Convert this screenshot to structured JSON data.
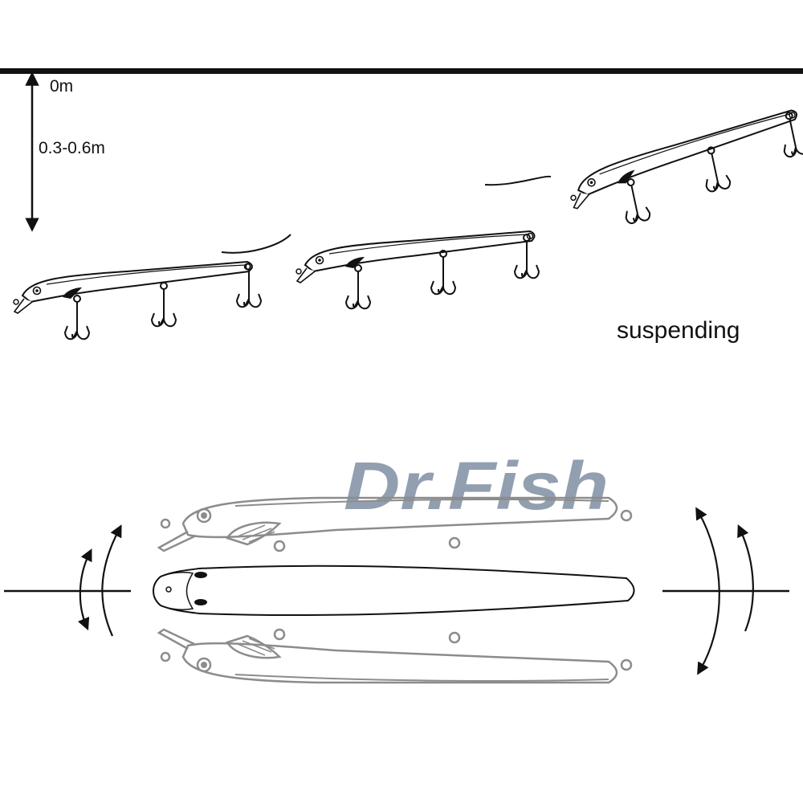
{
  "depth": {
    "top_label": "0m",
    "range_label": "0.3-0.6m"
  },
  "action_label": "suspending",
  "watermark": "Dr.Fish",
  "colors": {
    "line": "#111111",
    "gray": "#8c8c8c",
    "watermark": "#7f8fa3"
  },
  "icons": [
    "treble-hook-icon",
    "depth-arrow-icon",
    "swing-arrow-icon"
  ]
}
